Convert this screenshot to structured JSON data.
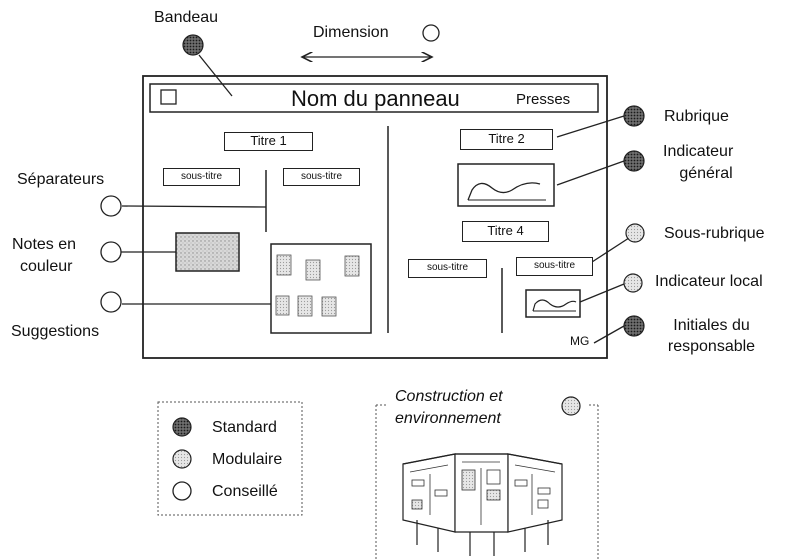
{
  "labels": {
    "bandeau": "Bandeau",
    "dimension": "Dimension",
    "rubrique": "Rubrique",
    "indicateur_general_1": "Indicateur",
    "indicateur_general_2": "général",
    "separateurs": "Séparateurs",
    "notes_1": "Notes en",
    "notes_2": "couleur",
    "sous_rubrique": "Sous-rubrique",
    "indicateur_local": "Indicateur local",
    "suggestions": "Suggestions",
    "initiales_1": "Initiales du",
    "initiales_2": "responsable"
  },
  "panel": {
    "title": "Nom du panneau",
    "presses": "Presses",
    "initials": "MG",
    "titles": [
      "Titre 1",
      "Titre 2",
      "Titre 4"
    ],
    "subtitle": "sous-titre"
  },
  "legend": {
    "items": [
      {
        "label": "Standard",
        "marker": "dark-dotted-circle"
      },
      {
        "label": "Modulaire",
        "marker": "light-dotted-circle"
      },
      {
        "label": "Conseillé",
        "marker": "empty-circle"
      }
    ]
  },
  "construction": {
    "line1": "Construction et",
    "line2": "environnement",
    "marker": "light-dotted-circle"
  }
}
